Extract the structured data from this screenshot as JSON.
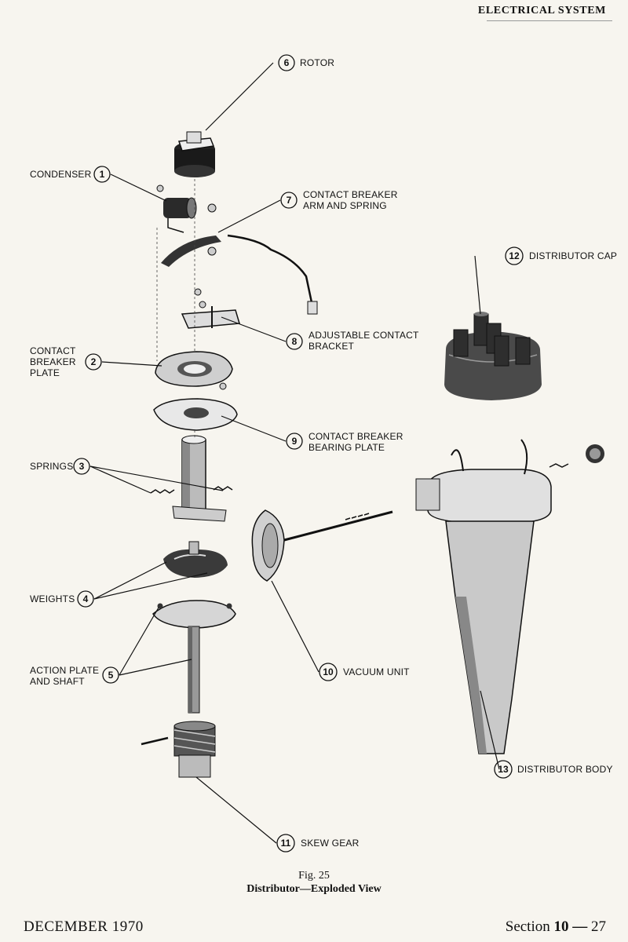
{
  "header": {
    "section_title": "ELECTRICAL SYSTEM"
  },
  "diagram": {
    "callouts": [
      {
        "num": "1",
        "label": "CONDENSER"
      },
      {
        "num": "2",
        "label_lines": [
          "CONTACT",
          "BREAKER",
          "PLATE"
        ]
      },
      {
        "num": "3",
        "label": "SPRINGS"
      },
      {
        "num": "4",
        "label": "WEIGHTS"
      },
      {
        "num": "5",
        "label_lines": [
          "ACTION PLATE",
          "AND SHAFT"
        ]
      },
      {
        "num": "6",
        "label": "ROTOR"
      },
      {
        "num": "7",
        "label_lines": [
          "CONTACT BREAKER",
          "ARM AND SPRING"
        ]
      },
      {
        "num": "8",
        "label_lines": [
          "ADJUSTABLE CONTACT",
          "BRACKET"
        ]
      },
      {
        "num": "9",
        "label_lines": [
          "CONTACT BREAKER",
          "BEARING PLATE"
        ]
      },
      {
        "num": "10",
        "label": "VACUUM UNIT"
      },
      {
        "num": "11",
        "label": "SKEW GEAR"
      },
      {
        "num": "12",
        "label": "DISTRIBUTOR CAP"
      },
      {
        "num": "13",
        "label": "DISTRIBUTOR BODY"
      }
    ]
  },
  "caption": {
    "fig": "Fig. 25",
    "title": "Distributor—Exploded View"
  },
  "footer": {
    "date": "DECEMBER 1970",
    "section_prefix": "Section",
    "section_num": "10",
    "page_sep": "—",
    "page_num": "27"
  }
}
